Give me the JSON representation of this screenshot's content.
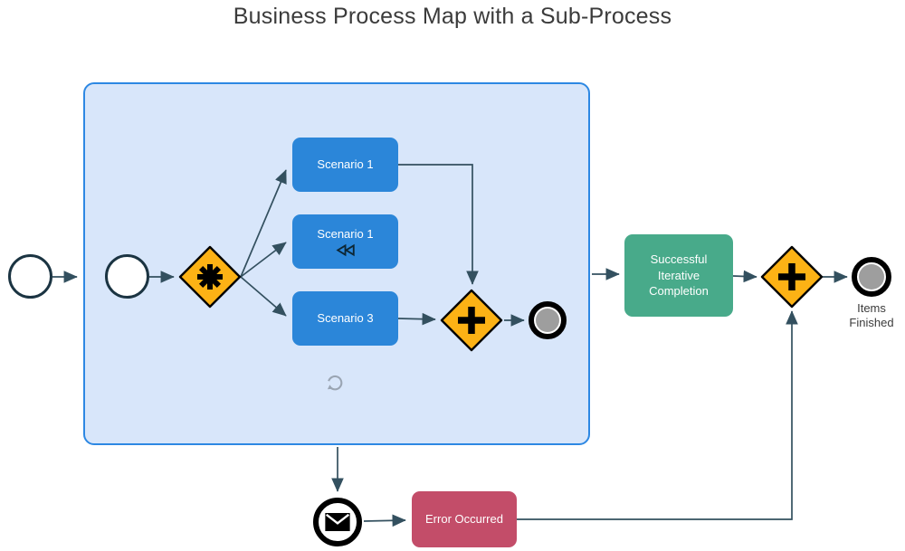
{
  "title": "Business Process Map with a Sub-Process",
  "tasks": {
    "scenario1_top": {
      "label": "Scenario 1"
    },
    "scenario1_rewind": {
      "label": "Scenario 1"
    },
    "scenario3": {
      "label": "Scenario 3"
    },
    "success": {
      "label": "Successful Iterative Completion"
    },
    "error": {
      "label": "Error Occurred"
    }
  },
  "events": {
    "items_finished": {
      "label": "Items Finished"
    }
  },
  "icons": {
    "complex_gateway": "asterisk",
    "parallel_gateway": "plus",
    "rewind": "double-left-triangles",
    "loop": "counterclockwise-arrow",
    "message": "envelope"
  },
  "colors": {
    "task_blue": "#2b86d9",
    "gateway_yellow": "#fcb215",
    "success_green": "#48aa8a",
    "error_red": "#c34d69",
    "subprocess_fill": "#d8e6fa",
    "subprocess_border": "#2d88e3",
    "line_color": "#33505f",
    "event_border": "#1b3442",
    "end_fill": "#9e9e9e",
    "loop_gray": "#9aa5b3",
    "title_color": "#3b3b3b"
  }
}
